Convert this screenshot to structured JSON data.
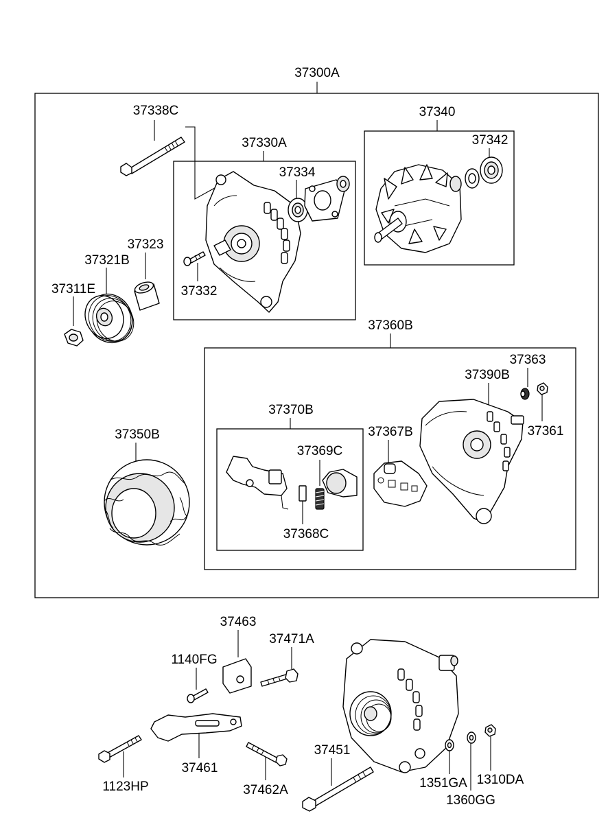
{
  "labels": {
    "l37300A": "37300A",
    "l37338C": "37338C",
    "l37330A": "37330A",
    "l37334": "37334",
    "l37340": "37340",
    "l37342": "37342",
    "l37323": "37323",
    "l37321B": "37321B",
    "l37311E": "37311E",
    "l37332": "37332",
    "l37360B": "37360B",
    "l37363": "37363",
    "l37390B": "37390B",
    "l37370B": "37370B",
    "l37361": "37361",
    "l37367B": "37367B",
    "l37350B": "37350B",
    "l37369C": "37369C",
    "l37368C": "37368C",
    "l37463": "37463",
    "l37471A": "37471A",
    "l1140FG": "1140FG",
    "l37451": "37451",
    "l37461": "37461",
    "l1123HP": "1123HP",
    "l37462A": "37462A",
    "l1351GA": "1351GA",
    "l1310DA": "1310DA",
    "l1360GG": "1360GG"
  }
}
